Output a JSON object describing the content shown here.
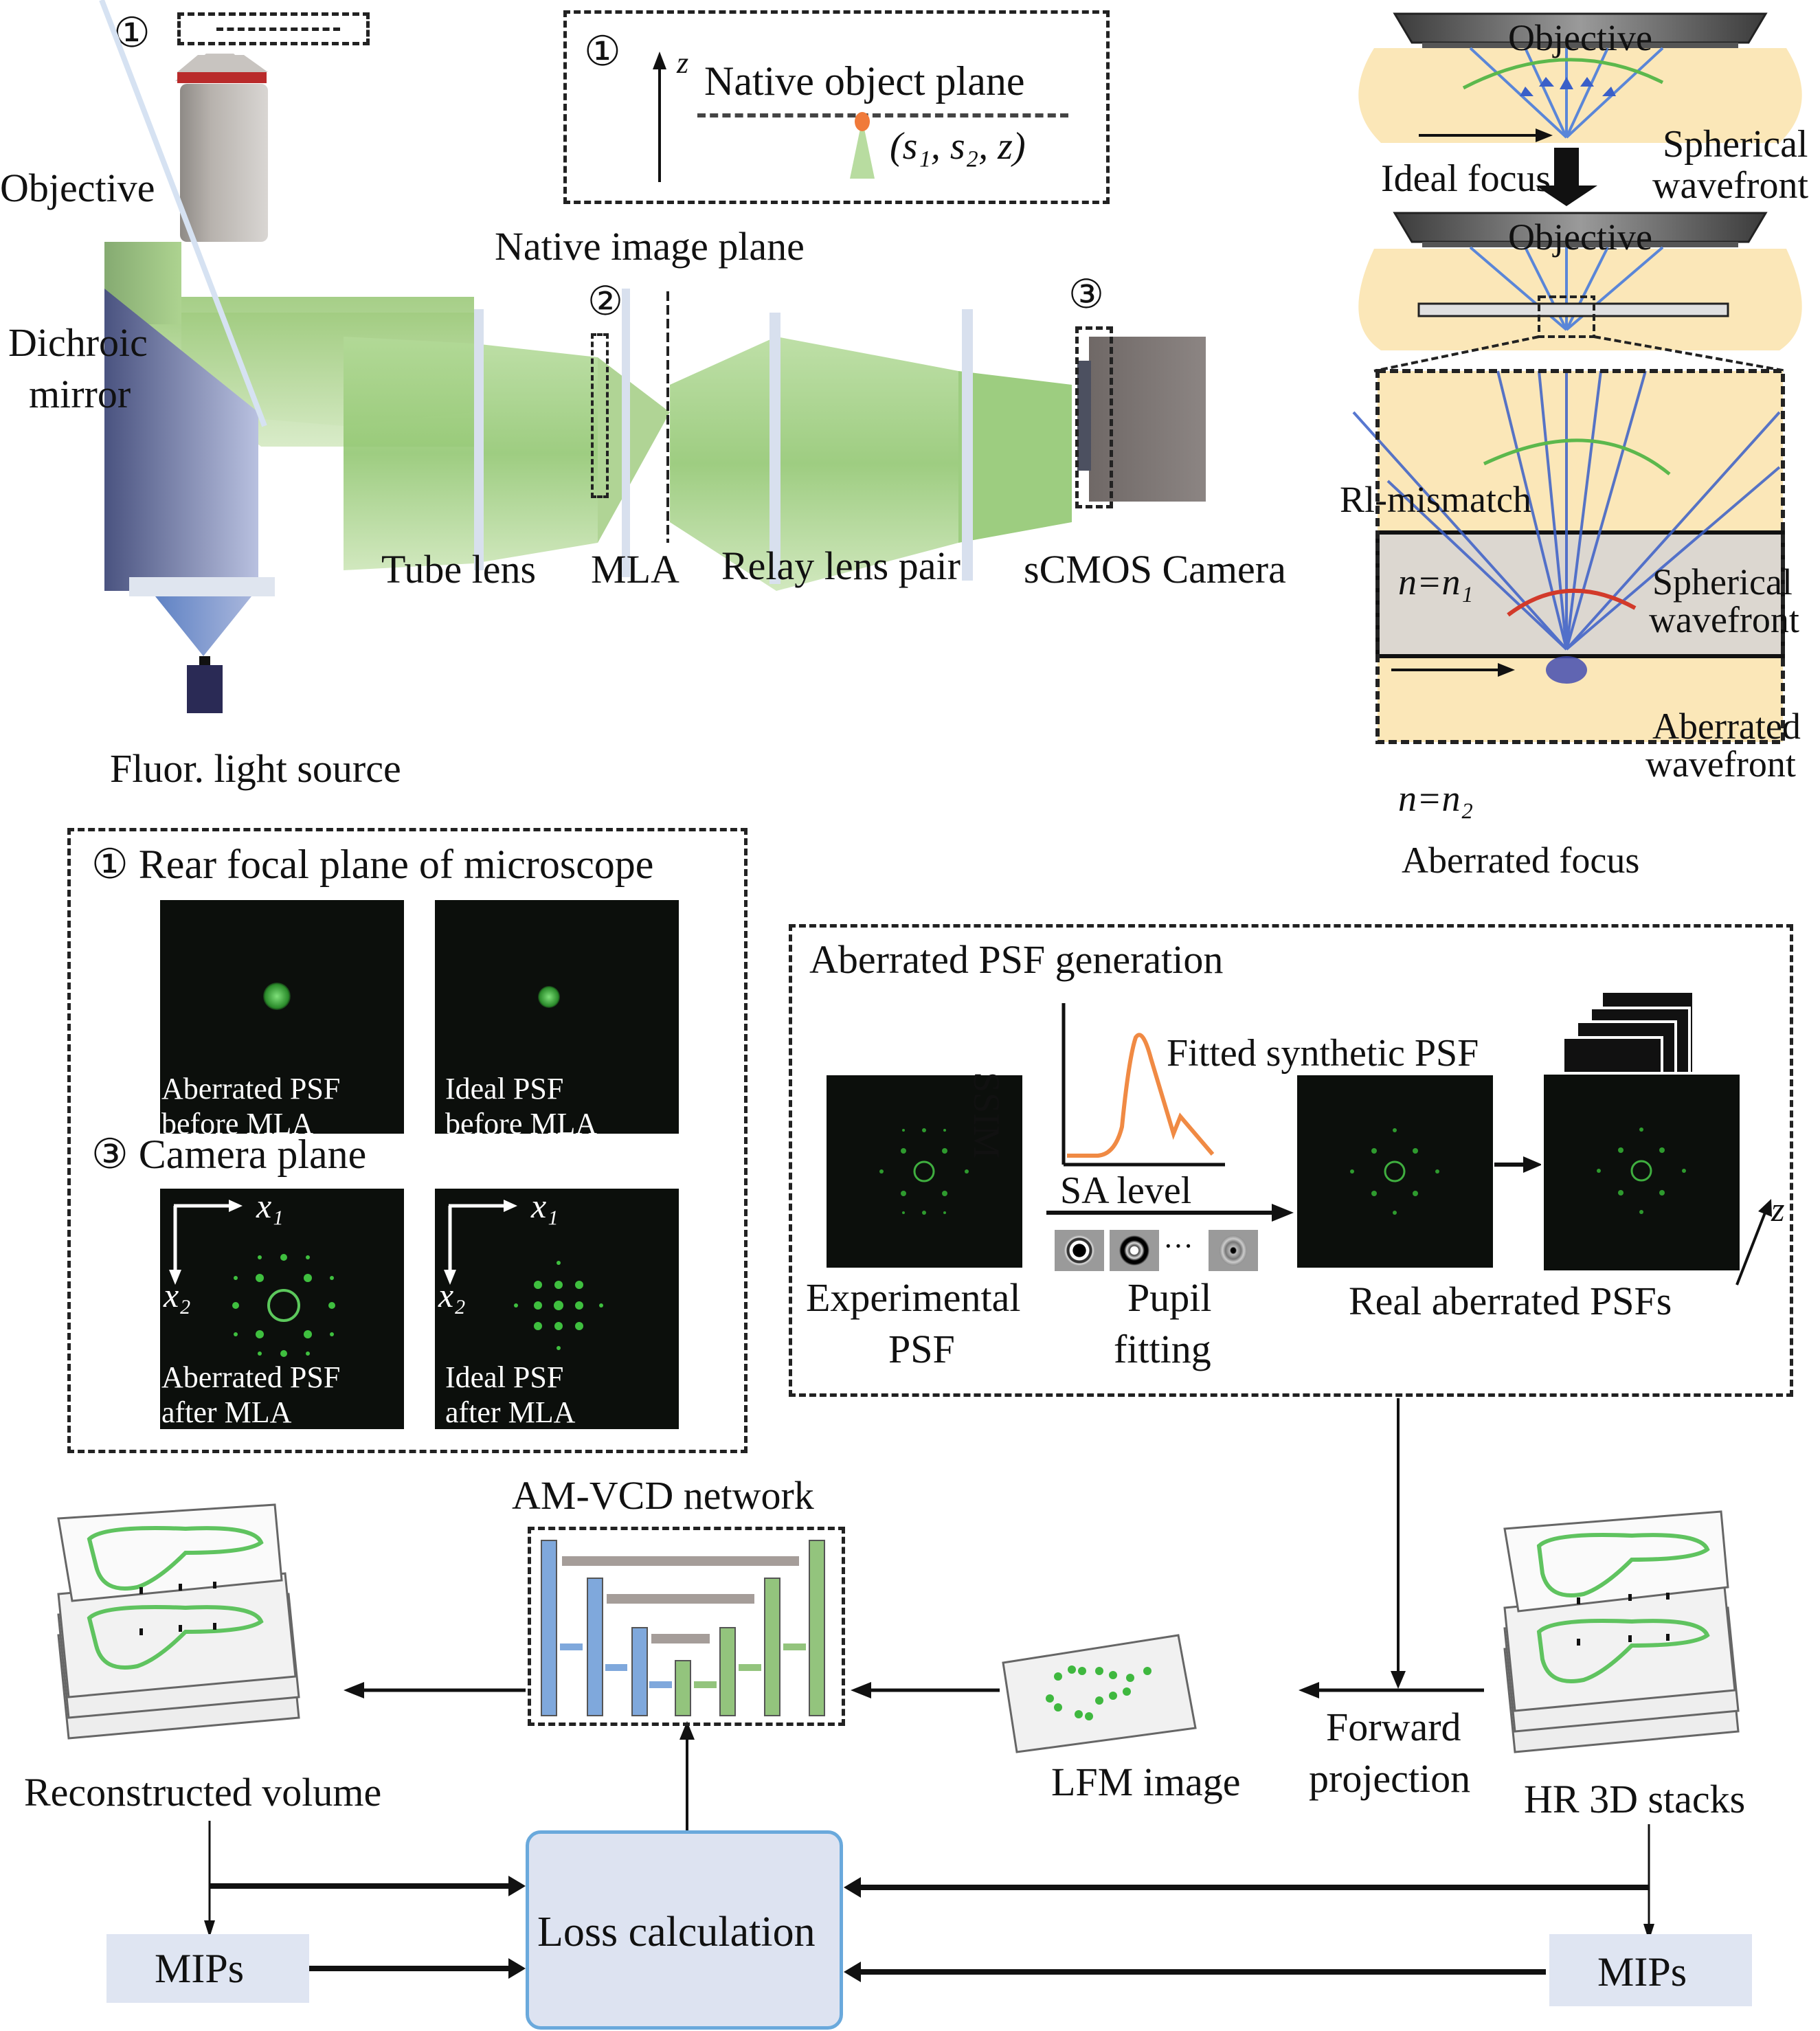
{
  "figure": {
    "setup": {
      "marker_1": "①",
      "marker_2": "②",
      "marker_3": "③",
      "objective": "Objective",
      "dichroic_line1": "Dichroic",
      "dichroic_line2": "mirror",
      "tube_lens": "Tube lens",
      "mla": "MLA",
      "relay_lens_pair": "Relay lens pair",
      "camera": "sCMOS Camera",
      "light_source": "Fluor. light source",
      "native_image_plane": "Native image plane"
    },
    "object_inset": {
      "marker": "①",
      "axis_label": "z",
      "title": "Native object plane",
      "coordinate": "(s₁, s₂, z)"
    },
    "aberration_panel": {
      "top_objective": "Objective",
      "ideal_focus": "Ideal focus",
      "spherical_line1": "Spherical",
      "spherical_line2": "wavefront",
      "bottom_objective": "Objective",
      "ri_mismatch": "Rl-mismatch",
      "n1": "n=n₁",
      "n2": "n=n₂",
      "detail_spherical_line1": "Spherical",
      "detail_spherical_line2": "wavefront",
      "aberrated_line1": "Aberrated",
      "aberrated_line2": "wavefront",
      "aberrated_focus": "Aberrated focus"
    },
    "psf_panel": {
      "rear_title": "①  Rear focal plane of microscope",
      "camera_title": "③ Camera plane",
      "tiles": [
        {
          "line1": "Aberrated PSF",
          "line2": "before MLA"
        },
        {
          "line1": "Ideal PSF",
          "line2": "before MLA"
        },
        {
          "line1": "Aberrated PSF",
          "line2": "after MLA"
        },
        {
          "line1": "Ideal PSF",
          "line2": "after MLA"
        }
      ],
      "axis_x1": "x₁",
      "axis_x2": "x₂"
    },
    "psf_generation": {
      "title": "Aberrated PSF generation",
      "ssim": "SSIM",
      "fitted": "Fitted synthetic PSF",
      "sa_level": "SA level",
      "experimental_line1": "Experimental",
      "experimental_line2": "PSF",
      "pupil_line1": "Pupil",
      "pupil_line2": "fitting",
      "real_psfs": "Real aberrated PSFs",
      "z_label": "z",
      "ellipsis": "···"
    },
    "pipeline": {
      "network_title": "AM-VCD network",
      "reconstructed": "Reconstructed volume",
      "lfm_image": "LFM image",
      "forward_line1": "Forward",
      "forward_line2": "projection",
      "hr_stacks": "HR 3D stacks",
      "loss": "Loss calculation",
      "mips_left": "MIPs",
      "mips_right": "MIPs"
    },
    "colors": {
      "green_beam": "#8cc46a",
      "blue_beam": "#5a6aa8",
      "cream": "#fbe7b8",
      "ray_blue": "#3a5fc8",
      "wave_green": "#5cb84c",
      "wave_red": "#d23a2a",
      "ssim_orange": "#f08a44",
      "encoder_blue": "#7fa8dc",
      "decoder_green": "#93c47d",
      "loss_box": "#dde3f1",
      "mips_box": "#dfe5f2"
    }
  }
}
